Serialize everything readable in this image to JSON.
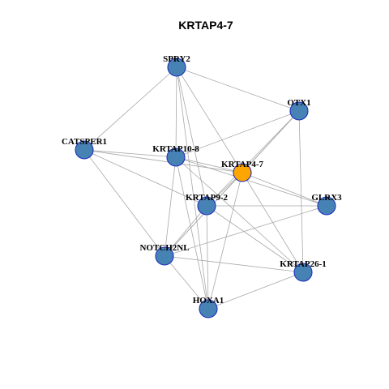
{
  "title": "KRTAP4-7",
  "colors": {
    "node_default": "#4682b4",
    "node_focus": "#ffa500",
    "node_border": "#1f2fbf",
    "edge": "#a8a8a8"
  },
  "network": {
    "focus_node": "KRTAP4-7",
    "nodes": [
      "SPRY2",
      "OTX1",
      "CATSPER1",
      "KRTAP10-8",
      "KRTAP4-7",
      "KRTAP9-2",
      "GLRX3",
      "NOTCH2NL",
      "KRTAP26-1",
      "HOXA1"
    ],
    "edges": [
      [
        "SPRY2",
        "OTX1"
      ],
      [
        "SPRY2",
        "CATSPER1"
      ],
      [
        "SPRY2",
        "KRTAP10-8"
      ],
      [
        "SPRY2",
        "KRTAP4-7"
      ],
      [
        "SPRY2",
        "KRTAP9-2"
      ],
      [
        "SPRY2",
        "HOXA1"
      ],
      [
        "OTX1",
        "KRTAP10-8"
      ],
      [
        "OTX1",
        "KRTAP4-7"
      ],
      [
        "OTX1",
        "KRTAP9-2"
      ],
      [
        "OTX1",
        "KRTAP26-1"
      ],
      [
        "OTX1",
        "NOTCH2NL"
      ],
      [
        "CATSPER1",
        "KRTAP10-8"
      ],
      [
        "CATSPER1",
        "KRTAP4-7"
      ],
      [
        "CATSPER1",
        "KRTAP9-2"
      ],
      [
        "CATSPER1",
        "NOTCH2NL"
      ],
      [
        "KRTAP10-8",
        "KRTAP4-7"
      ],
      [
        "KRTAP10-8",
        "GLRX3"
      ],
      [
        "KRTAP10-8",
        "NOTCH2NL"
      ],
      [
        "KRTAP10-8",
        "HOXA1"
      ],
      [
        "KRTAP10-8",
        "KRTAP26-1"
      ],
      [
        "KRTAP4-7",
        "KRTAP9-2"
      ],
      [
        "KRTAP4-7",
        "GLRX3"
      ],
      [
        "KRTAP4-7",
        "NOTCH2NL"
      ],
      [
        "KRTAP4-7",
        "KRTAP26-1"
      ],
      [
        "KRTAP4-7",
        "HOXA1"
      ],
      [
        "KRTAP9-2",
        "GLRX3"
      ],
      [
        "KRTAP9-2",
        "NOTCH2NL"
      ],
      [
        "KRTAP9-2",
        "KRTAP26-1"
      ],
      [
        "KRTAP9-2",
        "HOXA1"
      ],
      [
        "GLRX3",
        "NOTCH2NL"
      ],
      [
        "NOTCH2NL",
        "KRTAP26-1"
      ],
      [
        "NOTCH2NL",
        "HOXA1"
      ],
      [
        "KRTAP26-1",
        "HOXA1"
      ]
    ]
  }
}
